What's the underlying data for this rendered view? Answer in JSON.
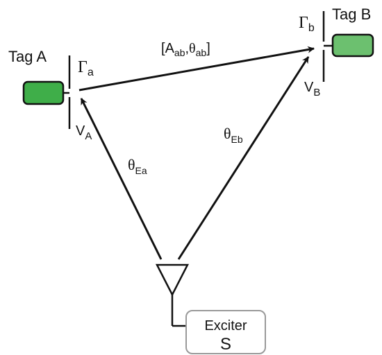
{
  "tags": {
    "tag_a": {
      "label": "Tag A",
      "color": "#3fae49"
    },
    "tag_b": {
      "label": "Tag B",
      "color": "#6cc06f"
    }
  },
  "reflection": {
    "a": {
      "symbol": "Γ",
      "subscript": "a"
    },
    "b": {
      "symbol": "Γ",
      "subscript": "b"
    }
  },
  "voltage": {
    "a": {
      "symbol": "V",
      "subscript": "A"
    },
    "b": {
      "symbol": "V",
      "subscript": "B"
    }
  },
  "link_ab": {
    "open": "[",
    "amp_symbol": "A",
    "amp_subscript": "ab",
    "separator": ",",
    "phase_symbol": "θ",
    "phase_subscript": "ab",
    "close": "]"
  },
  "phase": {
    "ea": {
      "symbol": "θ",
      "subscript": "Ea"
    },
    "eb": {
      "symbol": "θ",
      "subscript": "Eb"
    }
  },
  "exciter": {
    "name": "Exciter",
    "symbol": "S"
  },
  "colors": {
    "line": "#111111",
    "box_border": "#999999"
  }
}
